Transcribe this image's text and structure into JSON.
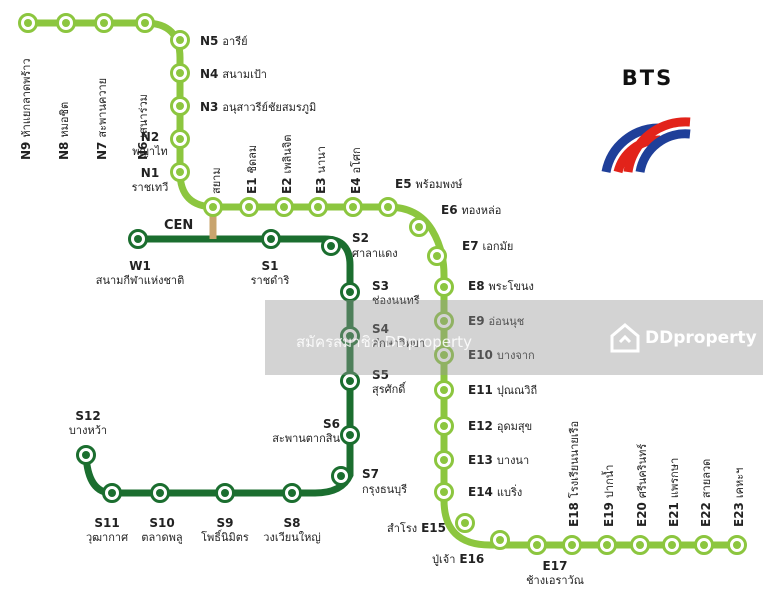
{
  "colors": {
    "sukhumvit_line": "#8cc63f",
    "silom_line": "#1b6e2f",
    "siam_interchange": "#c8a46e",
    "logo_red": "#e2231a",
    "logo_blue": "#1f3f99"
  },
  "logo": {
    "text": "BTS"
  },
  "interchange": {
    "label": "CEN"
  },
  "sukhumvit_line": {
    "stations": [
      {
        "code": "N9",
        "name": "ห้าแยกลาดพร้าว"
      },
      {
        "code": "N8",
        "name": "หมอชิต"
      },
      {
        "code": "N7",
        "name": "สะพานควาย"
      },
      {
        "code": "N6",
        "name": "เสนาร่วม"
      },
      {
        "code": "N5",
        "name": "อารีย์"
      },
      {
        "code": "N4",
        "name": "สนามเป้า"
      },
      {
        "code": "N3",
        "name": "อนุสาวรีย์ชัยสมรภูมิ"
      },
      {
        "code": "N2",
        "name": "พญาไท"
      },
      {
        "code": "N1",
        "name": "ราชเทวี"
      },
      {
        "code": "",
        "name": "สยาม"
      },
      {
        "code": "E1",
        "name": "ชิดลม"
      },
      {
        "code": "E2",
        "name": "เพลินจิต"
      },
      {
        "code": "E3",
        "name": "นานา"
      },
      {
        "code": "E4",
        "name": "อโศก"
      },
      {
        "code": "E5",
        "name": "พร้อมพงษ์"
      },
      {
        "code": "E6",
        "name": "ทองหล่อ"
      },
      {
        "code": "E7",
        "name": "เอกมัย"
      },
      {
        "code": "E8",
        "name": "พระโขนง"
      },
      {
        "code": "E9",
        "name": "อ่อนนุช"
      },
      {
        "code": "E10",
        "name": "บางจาก"
      },
      {
        "code": "E11",
        "name": "ปุณณวิถี"
      },
      {
        "code": "E12",
        "name": "อุดมสุข"
      },
      {
        "code": "E13",
        "name": "บางนา"
      },
      {
        "code": "E14",
        "name": "แบริ่ง"
      },
      {
        "code": "E15",
        "name": "สำโรง"
      },
      {
        "code": "E16",
        "name": "ปู่เจ้า"
      },
      {
        "code": "E17",
        "name": "ช้างเอราวัณ"
      },
      {
        "code": "E18",
        "name": "โรงเรียนนายเรือ"
      },
      {
        "code": "E19",
        "name": "ปากน้ำ"
      },
      {
        "code": "E20",
        "name": "ศรีนครินทร์"
      },
      {
        "code": "E21",
        "name": "แพรกษา"
      },
      {
        "code": "E22",
        "name": "สายลวด"
      },
      {
        "code": "E23",
        "name": "เคหะฯ"
      }
    ]
  },
  "silom_line": {
    "stations": [
      {
        "code": "W1",
        "name": "สนามกีฬาแห่งชาติ"
      },
      {
        "code": "S1",
        "name": "ราชดำริ"
      },
      {
        "code": "S2",
        "name": "ศาลาแดง"
      },
      {
        "code": "S3",
        "name": "ช่องนนทรี"
      },
      {
        "code": "S4",
        "name": "ศึกษาวิทยา"
      },
      {
        "code": "S5",
        "name": "สุรศักดิ์"
      },
      {
        "code": "S6",
        "name": "สะพานตากสิน"
      },
      {
        "code": "S7",
        "name": "กรุงธนบุรี"
      },
      {
        "code": "S8",
        "name": "วงเวียนใหญ่"
      },
      {
        "code": "S9",
        "name": "โพธิ์นิมิตร"
      },
      {
        "code": "S10",
        "name": "ตลาดพลู"
      },
      {
        "code": "S11",
        "name": "วุฒากาศ"
      },
      {
        "code": "S12",
        "name": "บางหว้า"
      }
    ]
  },
  "watermark": {
    "text": "สมัครสมาชิก DDproperty",
    "brand": "DDproperty"
  }
}
